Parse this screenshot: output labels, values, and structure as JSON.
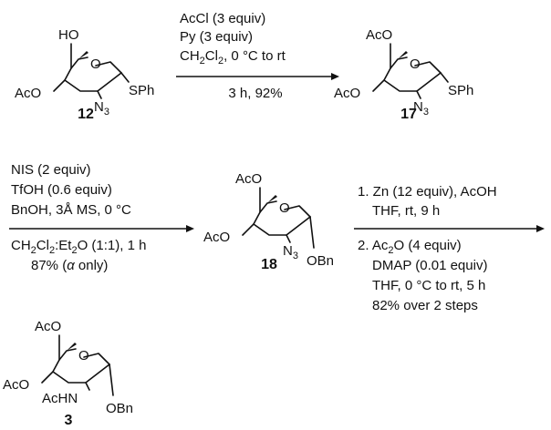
{
  "colors": {
    "ink": "#111111",
    "obn_red": "#8b1a2b",
    "achn_pink": "#b35ab5",
    "background": "#ffffff"
  },
  "atoms": {
    "ho": "HO",
    "o": "O",
    "aco": "AcO",
    "aco_left": "AcO",
    "sph": "SPh",
    "n": "N",
    "sub3": "3",
    "obn": "OBn",
    "achn": "AcHN"
  },
  "compounds": {
    "c12": "12",
    "c17": "17",
    "c18": "18",
    "c3": "3"
  },
  "step1": {
    "line1": "AcCl (3 equiv)",
    "line2": "Py (3 equiv)",
    "line3_pre": "CH",
    "line3_sub1": "2",
    "line3_mid": "Cl",
    "line3_sub2": "2",
    "line3_post": ", 0 °C to rt",
    "below": "3 h, 92%"
  },
  "step2": {
    "line1": "NIS (2 equiv)",
    "line2": "TfOH (0.6 equiv)",
    "line3": "BnOH, 3Å MS, 0 °C",
    "below1_pre": "CH",
    "below1_sub1": "2",
    "below1_mid": "Cl",
    "below1_sub2": "2",
    "below1_post": ":Et",
    "below1_sub3": "2",
    "below1_end": "O (1:1), 1 h",
    "below2_pre": "87% (",
    "below2_alpha": "α",
    "below2_post": " only)"
  },
  "step3": {
    "line1": "1. Zn (12 equiv), AcOH",
    "line2": "THF, rt, 9 h",
    "line3_pre": "2. Ac",
    "line3_sub": "2",
    "line3_post": "O (4 equiv)",
    "line4": "DMAP (0.01 equiv)",
    "line5": "THF, 0 °C to rt, 5 h",
    "line6": "82% over 2 steps"
  }
}
